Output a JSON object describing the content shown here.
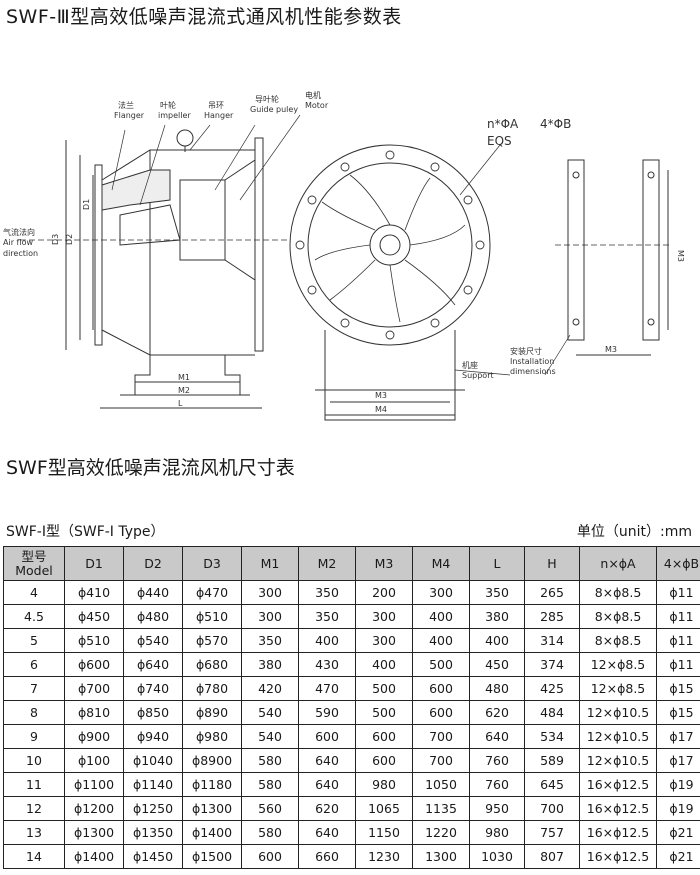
{
  "page": {
    "title": "SWF-Ⅲ型高效低噪声混流式通风机性能参数表",
    "subtitle": "SWF型高效低噪声混流风机尺寸表"
  },
  "drawing": {
    "labels": {
      "flange": "法兰",
      "flange_en": "Flanger",
      "impeller": "叶轮",
      "impeller_en": "impeller",
      "hanger": "吊环",
      "hanger_en": "Hanger",
      "guide": "导叶轮",
      "guide_en": "Guide puley",
      "motor": "电机",
      "motor_en": "Motor",
      "air": "气流法向",
      "air_en1": "Air flow",
      "air_en2": "direction",
      "support": "机座",
      "support_en": "Support",
      "install": "安装尺寸",
      "install_en1": "Installation",
      "install_en2": "dimensions",
      "nA": "n*ΦA",
      "fourB": "4*ΦB",
      "eqs": "EQS",
      "D1": "D1",
      "D2": "D2",
      "D3": "D3",
      "M1": "M1",
      "M2": "M2",
      "M3": "M3",
      "M4": "M4",
      "L": "L",
      "M3b": "M3",
      "M3c": "M3"
    }
  },
  "table": {
    "caption": "SWF-Ⅰ型（SWF-Ⅰ Type）",
    "unit": "单位（unit）:mm",
    "header_model_cn": "型号",
    "header_model_en": "Model",
    "headers": [
      "D1",
      "D2",
      "D3",
      "M1",
      "M2",
      "M3",
      "M4",
      "L",
      "H",
      "n×ϕA",
      "4×ϕB"
    ],
    "rows": [
      [
        "4",
        "ϕ410",
        "ϕ440",
        "ϕ470",
        "300",
        "350",
        "200",
        "300",
        "350",
        "265",
        "8×ϕ8.5",
        "ϕ11"
      ],
      [
        "4.5",
        "ϕ450",
        "ϕ480",
        "ϕ510",
        "300",
        "350",
        "300",
        "400",
        "380",
        "285",
        "8×ϕ8.5",
        "ϕ11"
      ],
      [
        "5",
        "ϕ510",
        "ϕ540",
        "ϕ570",
        "350",
        "400",
        "300",
        "400",
        "400",
        "314",
        "8×ϕ8.5",
        "ϕ11"
      ],
      [
        "6",
        "ϕ600",
        "ϕ640",
        "ϕ680",
        "380",
        "430",
        "400",
        "500",
        "450",
        "374",
        "12×ϕ8.5",
        "ϕ11"
      ],
      [
        "7",
        "ϕ700",
        "ϕ740",
        "ϕ780",
        "420",
        "470",
        "500",
        "600",
        "480",
        "425",
        "12×ϕ8.5",
        "ϕ15"
      ],
      [
        "8",
        "ϕ810",
        "ϕ850",
        "ϕ890",
        "540",
        "590",
        "500",
        "600",
        "620",
        "484",
        "12×ϕ10.5",
        "ϕ15"
      ],
      [
        "9",
        "ϕ900",
        "ϕ940",
        "ϕ980",
        "540",
        "600",
        "600",
        "700",
        "640",
        "534",
        "12×ϕ10.5",
        "ϕ17"
      ],
      [
        "10",
        "ϕ100",
        "ϕ1040",
        "ϕ8900",
        "580",
        "640",
        "600",
        "700",
        "760",
        "589",
        "12×ϕ10.5",
        "ϕ17"
      ],
      [
        "11",
        "ϕ1100",
        "ϕ1140",
        "ϕ1180",
        "580",
        "640",
        "980",
        "1050",
        "760",
        "645",
        "16×ϕ12.5",
        "ϕ19"
      ],
      [
        "12",
        "ϕ1200",
        "ϕ1250",
        "ϕ1300",
        "560",
        "620",
        "1065",
        "1135",
        "950",
        "700",
        "16×ϕ12.5",
        "ϕ19"
      ],
      [
        "13",
        "ϕ1300",
        "ϕ1350",
        "ϕ1400",
        "580",
        "640",
        "1150",
        "1220",
        "980",
        "757",
        "16×ϕ12.5",
        "ϕ21"
      ],
      [
        "14",
        "ϕ1400",
        "ϕ1450",
        "ϕ1500",
        "600",
        "660",
        "1230",
        "1300",
        "1030",
        "807",
        "16×ϕ12.5",
        "ϕ21"
      ]
    ]
  }
}
